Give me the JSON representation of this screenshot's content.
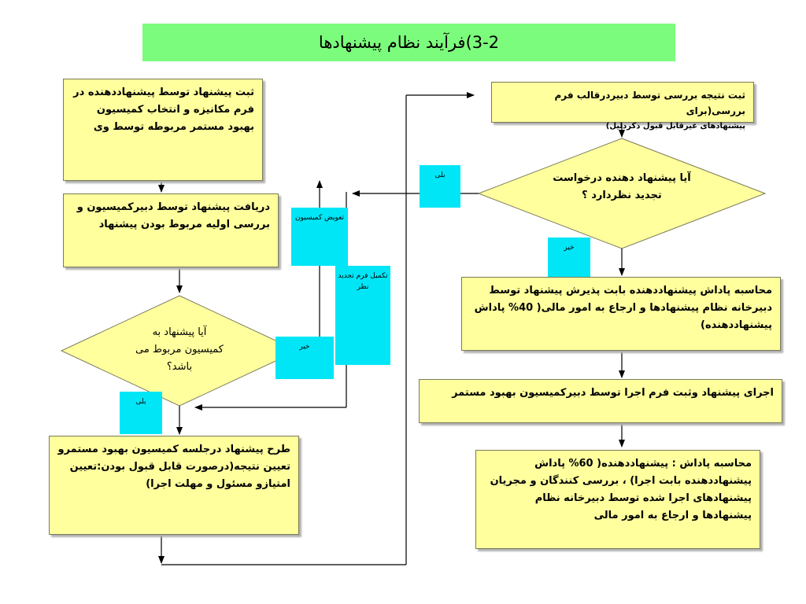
{
  "title": "3-2)فرآیند نظام پیشنهادها",
  "left": {
    "box1": "ثبت پیشنهاد توسط پیشنهاددهنده در فرم مکانیزه و انتخاب کمیسیون بهبود مستمر مربوطه توسط وی",
    "box2": "دریافت پیشنهاد توسط دبیرکمیسیون و بررسی اولیه مربوط بودن پیشنهاد",
    "decision": [
      "آیا پیشنهاد به",
      "کمیسیون مربوط می",
      "باشد؟"
    ],
    "box3": "طرح پیشنهاد درجلسه کمیسیون بهبود مستمرو تعیین نتیجه(درصورت قابل قبول بودن:تعیین امتیازو مسئول و مهلت اجرا)",
    "tag_replace": "تعویض کمیسیون",
    "tag_complete": "تکمیل فرم تجدید نظر",
    "tag_no": "خیر",
    "tag_yes": "بلی"
  },
  "right": {
    "box1_line1": "ثبت نتیجه بررسی توسط دبیردرقالب فرم بررسی(برای",
    "box1_line2": "پیشنهادهای غیرقابل قبول ذکردلیل)",
    "decision": [
      "آیا پیشنهاد دهنده درخواست",
      "تجدید نظردارد ؟"
    ],
    "box2": "محاسبه پاداش پیشنهاددهنده بابت پذیرش پیشنهاد توسط دبیرخانه نظام پیشنهادها و ارجاع به امور مالی( 40% پاداش پیشنهاددهنده)",
    "box3": "اجرای پیشنهاد وثبت فرم اجرا توسط دبیرکمیسیون بهبود مستمر",
    "box4": "محاسبه پاداش : پیشنهاددهنده( 60% پاداش پیشنهاددهنده بابت اجرا) ، بررسی کنندگان و مجریان پیشنهادهای اجرا شده توسط دبیرخانه نظام پیشنهادها و ارجاع به امور مالی",
    "tag_yes": "بلی",
    "tag_no": "خیر"
  }
}
